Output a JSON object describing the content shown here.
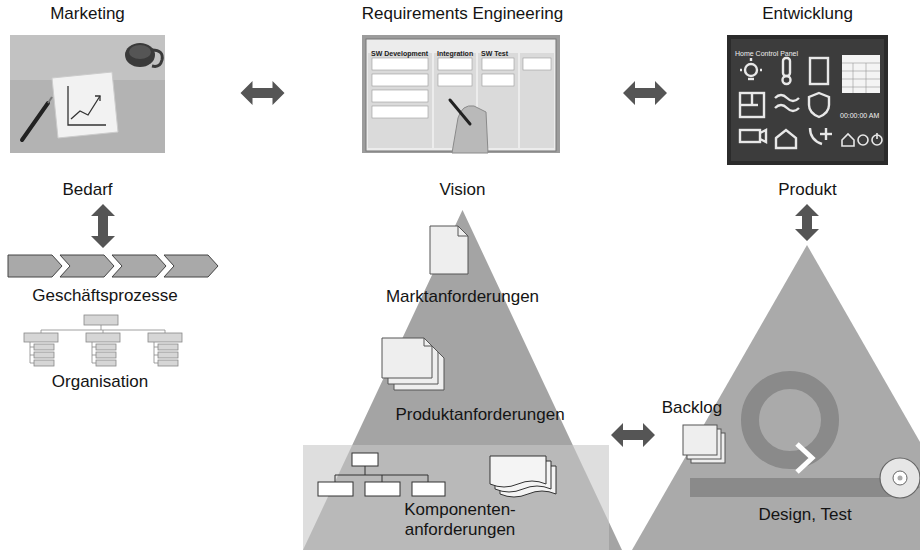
{
  "diagram": {
    "nodes": [
      {
        "text": [
          "Marketing",
          "Bedarf"
        ]
      },
      {
        "text": [
          "Requirements Engineering",
          "Vision"
        ]
      },
      {
        "text": [
          "Entwicklung",
          "Produkt"
        ]
      },
      {
        "text": [
          "Geschäftsprozesse"
        ]
      },
      {
        "text": [
          "Organisation"
        ]
      },
      {
        "text": [
          "Marktanforderungen",
          "Produktanforderungen"
        ]
      },
      {
        "text": [
          "Komponenten- anforderungen"
        ],
        "in": 5
      },
      {
        "text": [
          "Backlog",
          "Design, Test"
        ]
      }
    ],
    "edges": [
      {
        "from": 0,
        "to": 1,
        "arrow": "both"
      },
      {
        "from": 1,
        "to": 2,
        "arrow": "both"
      },
      {
        "from": 0,
        "to": 3,
        "arrow": "both"
      },
      {
        "from": 2,
        "to": 7,
        "arrow": "both"
      },
      {
        "from": 5,
        "to": 7,
        "arrow": "both"
      }
    ],
    "labels": [
      "SW Development",
      "Integration",
      "SW Test",
      "Home Control Panel",
      "00:00:00 AM"
    ]
  }
}
